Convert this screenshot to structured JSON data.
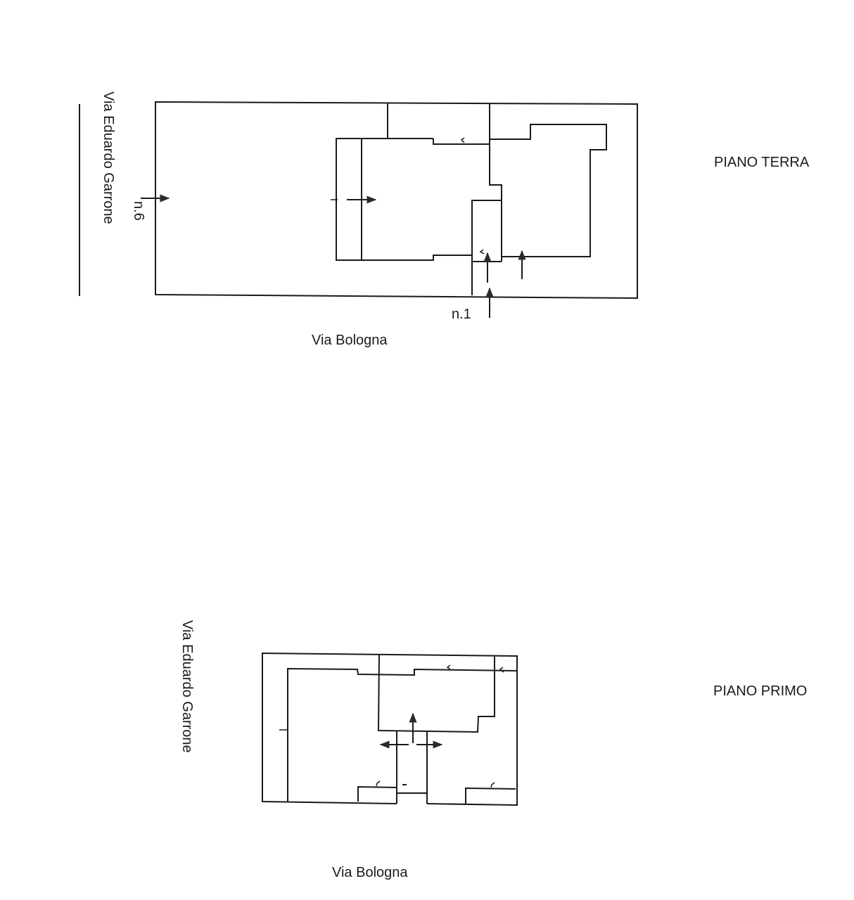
{
  "ground_floor": {
    "title": "PIANO TERRA",
    "street_side": "Via Eduardo Garrone",
    "street_bottom": "Via Bologna",
    "entrance_side": "n.6",
    "entrance_bottom": "n.1"
  },
  "first_floor": {
    "title": "PIANO PRIMO",
    "street_side": "Via Eduardo Garrone",
    "street_bottom": "Via Bologna"
  },
  "colors": {
    "line": "#1a1a1a",
    "background": "#ffffff"
  }
}
